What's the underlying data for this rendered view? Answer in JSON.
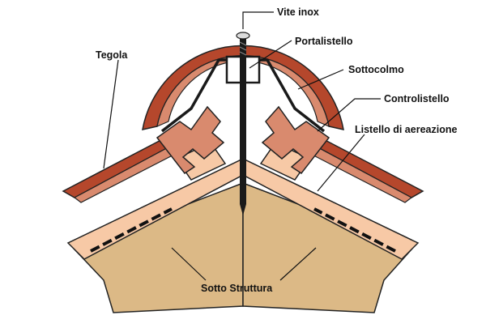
{
  "labels": {
    "vite": "Vite inox",
    "portalistello": "Portalistello",
    "sottocolmo": "Sottocolmo",
    "controlistello": "Controlistello",
    "listello": "Listello di aereazione",
    "tegola": "Tegola",
    "struttura": "Sotto Struttura"
  },
  "colors": {
    "tile": "#b5472c",
    "tile_light": "#d98a6e",
    "batten": "#f7c9a6",
    "timber": "#dcb986",
    "steel": "#1a1a1a",
    "outline": "#222222"
  }
}
